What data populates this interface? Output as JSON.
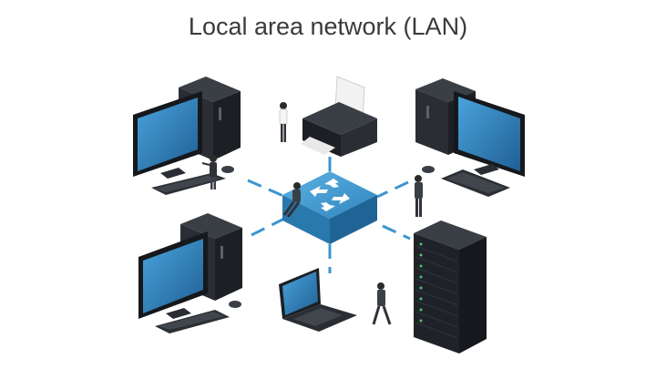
{
  "title": "Local area network (LAN)",
  "colors": {
    "screen_blue": "#2f7fb8",
    "switch_blue": "#3a93c9",
    "device_dark": "#1c1f24",
    "link_blue": "#3b95cf",
    "text": "#3a3a3a"
  },
  "nodes": [
    {
      "name": "desktop-computer-top-left",
      "icon": "desktop-computer-icon"
    },
    {
      "name": "printer",
      "icon": "printer-icon"
    },
    {
      "name": "desktop-computer-top-right",
      "icon": "desktop-computer-icon"
    },
    {
      "name": "desktop-computer-bottom-left",
      "icon": "desktop-computer-icon"
    },
    {
      "name": "laptop",
      "icon": "laptop-icon"
    },
    {
      "name": "server-rack",
      "icon": "server-rack-icon"
    },
    {
      "name": "network-switch",
      "icon": "network-switch-icon"
    }
  ]
}
